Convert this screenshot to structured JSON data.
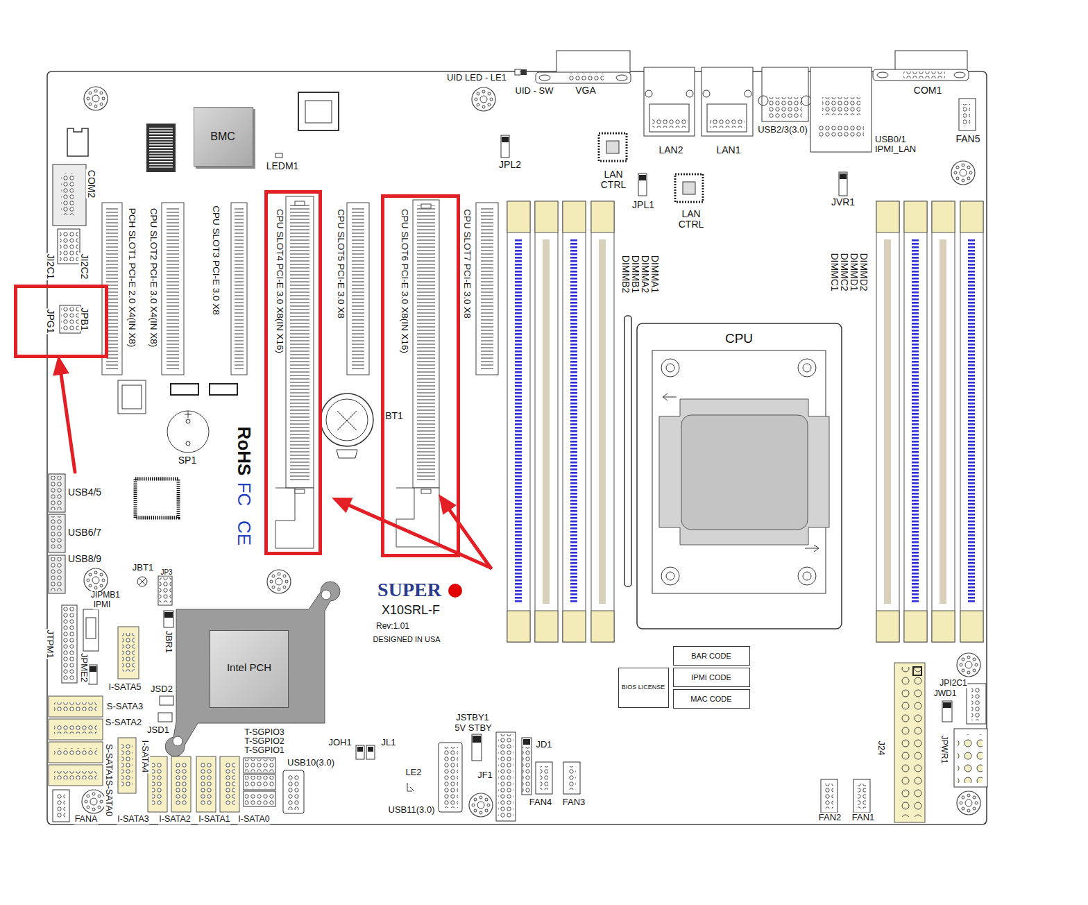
{
  "diagram": {
    "nodes": [
      {
        "text": [
          "BMC"
        ]
      },
      {
        "text": [
          "CPU SLOT4 PCI-E 3.0 X8(IN X16)"
        ]
      },
      {
        "text": [
          "CPU SLOT6 PCI-E 3.0 X8(IN X16)"
        ]
      },
      {
        "text": [
          "JPG1",
          "JPB1"
        ]
      },
      {
        "text": [
          "BAR CODE"
        ]
      },
      {
        "text": [
          "Intel PCH"
        ]
      },
      {
        "text": [
          "BIOS LICENSE"
        ]
      },
      {
        "text": [
          "IPMI CODE"
        ]
      },
      {
        "text": [
          "MAC CODE"
        ]
      }
    ],
    "labels": [
      "UID LED - LE1",
      "UID - SW",
      "VGA",
      "COM1",
      "FAN5",
      "LEDM1",
      "JPL2",
      "LAN2",
      "LAN1",
      "USB2/3(3.0)",
      "USB0/1 IPMI_LAN",
      "LAN CTRL",
      "JPL1",
      "LAN CTRL",
      "JVR1",
      "COM2",
      "JI2C1",
      "JI2C2",
      "PCH SLOT1 PCI-E 2.0 X4(IN X8)",
      "CPU SLOT2 PCI-E 3.0 X4(IN X8)",
      "CPU SLOT3 PCI-E 3.0 X8",
      "CPU SLOT5 PCI-E 3.0 X8",
      "CPU SLOT7 PCI-E 3.0 X8",
      "DIMMB2",
      "DIMMB1",
      "DIMMA2",
      "DIMMA1",
      "DIMMC1",
      "DIMMC2",
      "DIMMD1",
      "DIMMD2",
      "CPU",
      "BT1",
      "SP1",
      "RoHS",
      "FC",
      "CE",
      "SUPER",
      "X10SRL-F",
      "Rev:1.01",
      "DESIGNED IN USA",
      "USB4/5",
      "USB6/7",
      "USB8/9",
      "JBT1",
      "JP3",
      "JIPMB1",
      "IPMI",
      "JBR1",
      "JTPM1",
      "JPME2",
      "I-SATA5",
      "JSD2",
      "S-SATA3",
      "S-SATA2",
      "JSD1",
      "I-SATA4",
      "S-SATA1",
      "S-SATA0",
      "FANA",
      "I-SATA3",
      "I-SATA2",
      "I-SATA1",
      "I-SATA0",
      "T-SGPIO3",
      "T-SGPIO2",
      "T-SGPIO1",
      "USB10(3.0)",
      "JOH1",
      "JL1",
      "LE2",
      "USB11(3.0)",
      "JSTBY1",
      "5V STBY",
      "JF1",
      "JD1",
      "FAN4",
      "FAN3",
      "J24",
      "JPI2C1",
      "JWD1",
      "JPWR1",
      "FAN2",
      "FAN1"
    ]
  }
}
